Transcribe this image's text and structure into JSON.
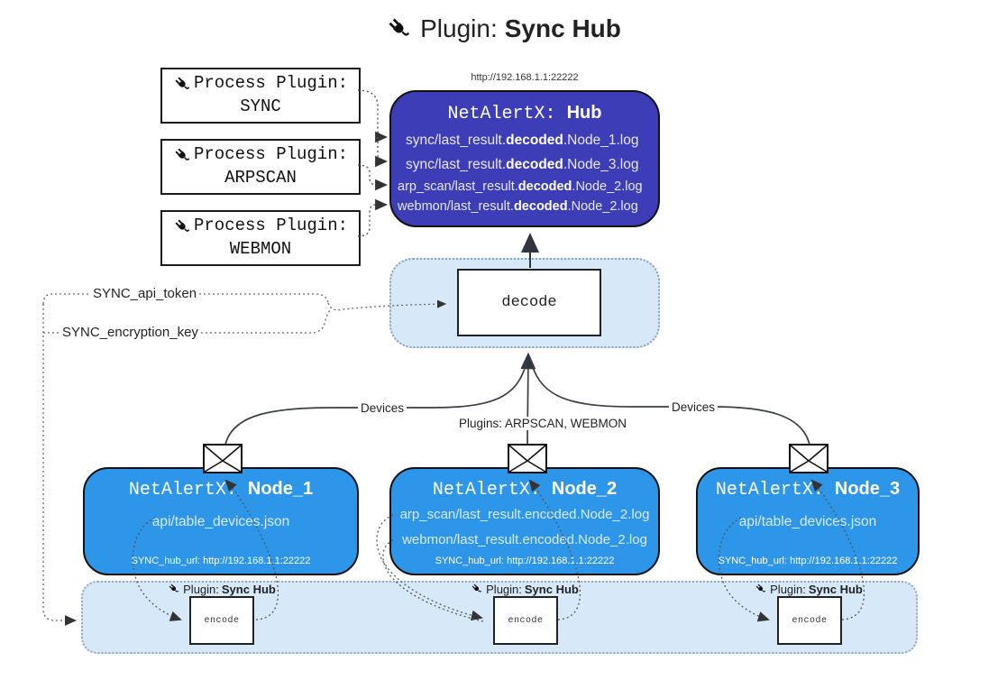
{
  "title": {
    "icon": "plug-icon",
    "prefix": "Plugin: ",
    "highlight": "Sync Hub"
  },
  "process_plugins": {
    "items": [
      {
        "label": "Process Plugin:",
        "name": "SYNC"
      },
      {
        "label": "Process Plugin:",
        "name": "ARPSCAN"
      },
      {
        "label": "Process Plugin:",
        "name": "WEBMON"
      }
    ]
  },
  "hub": {
    "url": "http://192.168.1.1:22222",
    "title_prefix": "NetAlertX: ",
    "title_bold": "Hub",
    "log_lines": [
      {
        "pre": "sync/last_result.",
        "bold": "decoded",
        "post": ".Node_1.log"
      },
      {
        "pre": "sync/last_result.",
        "bold": "decoded",
        "post": ".Node_3.log"
      },
      {
        "pre": "arp_scan/last_result.",
        "bold": "decoded",
        "post": ".Node_2.log"
      },
      {
        "pre": "webmon/last_result.",
        "bold": "decoded",
        "post": ".Node_2.log"
      }
    ]
  },
  "decode_panel": {
    "label": "decode"
  },
  "connections": {
    "sync_api_token": "SYNC_api_token",
    "sync_encryption_key": "SYNC_encryption_key",
    "devices_left": "Devices",
    "devices_right": "Devices",
    "plugins_label": "Plugins: ARPSCAN, WEBMON"
  },
  "nodes": [
    {
      "title_prefix": "NetAlertX: ",
      "title_bold": "Node_1",
      "files": [
        "api/table_devices.json"
      ],
      "hub_url": "SYNC_hub_url: http://192.168.1.1:22222"
    },
    {
      "title_prefix": "NetAlertX: ",
      "title_bold": "Node_2",
      "files": [
        "arp_scan/last_result.encoded.Node_2.log",
        "webmon/last_result.encoded.Node_2.log"
      ],
      "hub_url": "SYNC_hub_url: http://192.168.1.1:22222"
    },
    {
      "title_prefix": "NetAlertX: ",
      "title_bold": "Node_3",
      "files": [
        "api/table_devices.json"
      ],
      "hub_url": "SYNC_hub_url: http://192.168.1.1:22222"
    }
  ],
  "encode_panel": {
    "sections": [
      {
        "plugin_prefix": "Plugin: ",
        "plugin_bold": "Sync Hub",
        "box_label": "encode"
      },
      {
        "plugin_prefix": "Plugin: ",
        "plugin_bold": "Sync Hub",
        "box_label": "encode"
      },
      {
        "plugin_prefix": "Plugin: ",
        "plugin_bold": "Sync Hub",
        "box_label": "encode"
      }
    ]
  },
  "colors": {
    "hub_bg": "#3d3db8",
    "node_bg": "#2e96e8",
    "panel_bg": "#d7e9f8",
    "line": "#444444"
  }
}
